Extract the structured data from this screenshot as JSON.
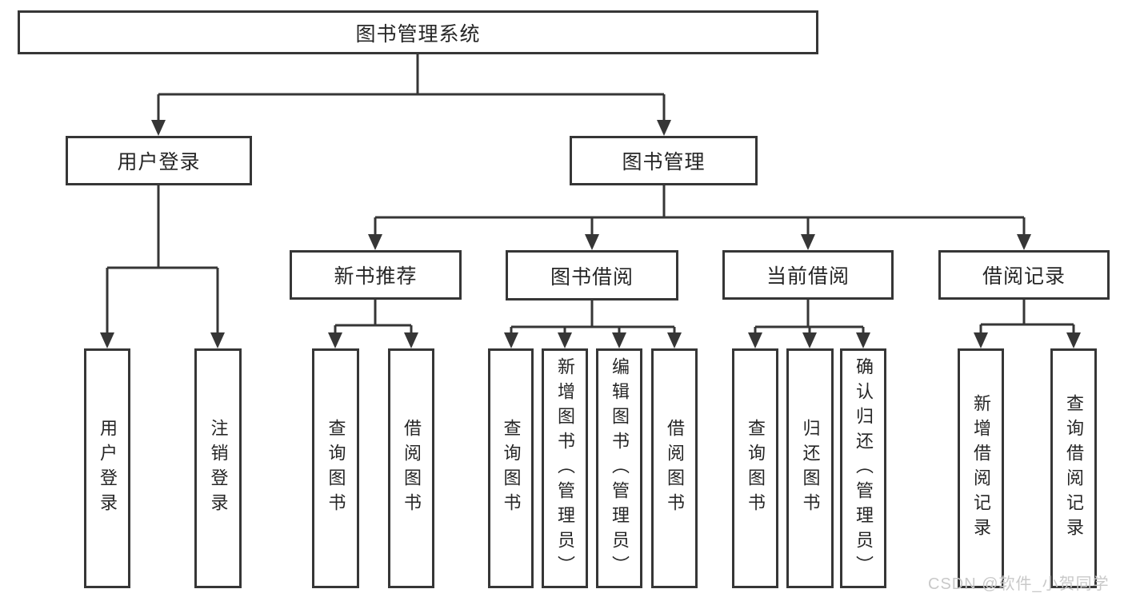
{
  "diagram": {
    "title": "图书管理系统",
    "watermark": "CSDN @软件_小贺同学",
    "colors": {
      "line": "#363636",
      "box_background": "#ffffff",
      "text": "#262626",
      "watermark": "#c9c9c9"
    },
    "nodes": {
      "root": "图书管理系统",
      "user_login": "用户登录",
      "book_mgmt": "图书管理",
      "new_book": "新书推荐",
      "book_borrow": "图书借阅",
      "current_borrow": "当前借阅",
      "borrow_record": "借阅记录",
      "leaf_user_login": "用户登录",
      "leaf_logout": "注销登录",
      "leaf_nb_query_book": "查询图书",
      "leaf_nb_borrow_book": "借阅图书",
      "leaf_bb_query_book": "查询图书",
      "leaf_bb_add_book": "新增图书（管理员）",
      "leaf_bb_edit_book": "编辑图书（管理员）",
      "leaf_bb_borrow_book": "借阅图书",
      "leaf_cb_query_book": "查询图书",
      "leaf_cb_return_book": "归还图书",
      "leaf_cb_confirm_return": "确认归还（管理员）",
      "leaf_br_add_record": "新增借阅记录",
      "leaf_br_query_record": "查询借阅记录"
    }
  }
}
